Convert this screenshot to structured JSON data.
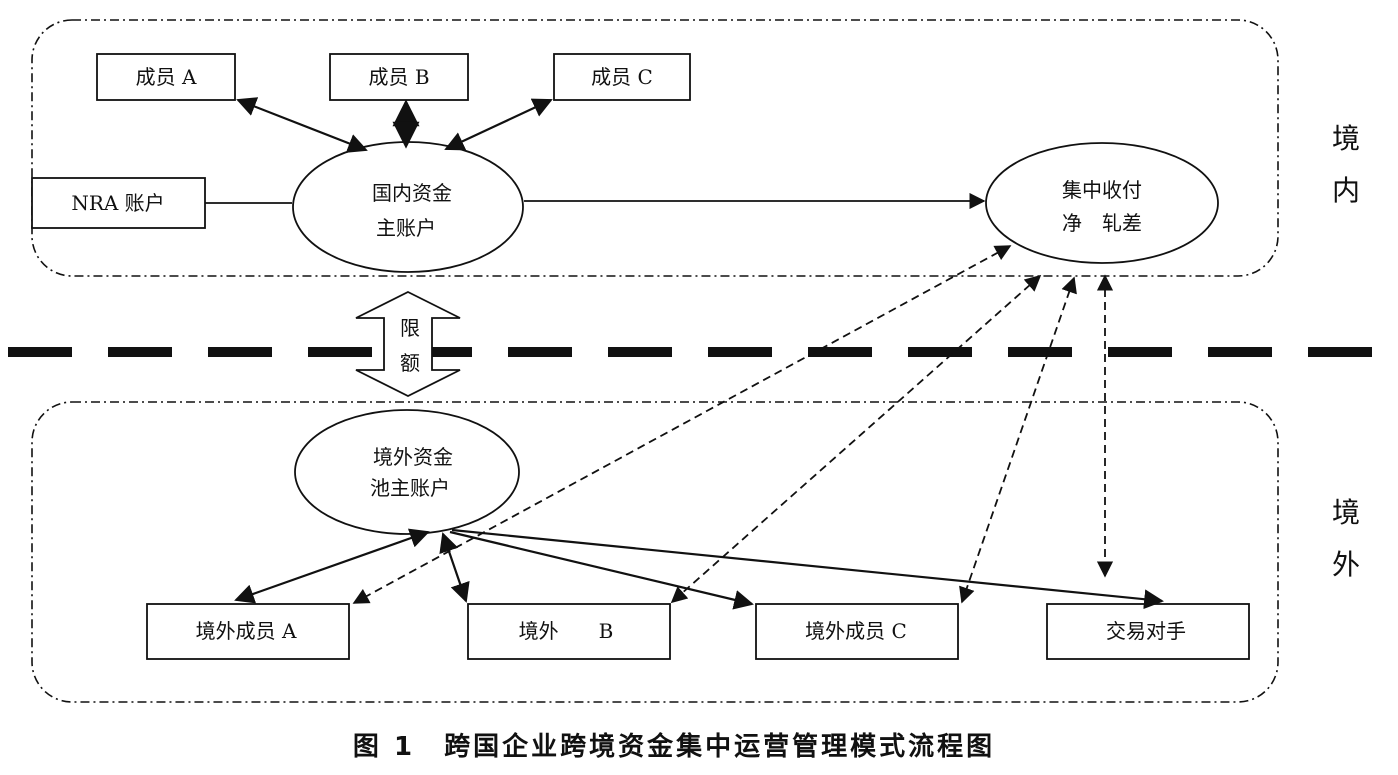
{
  "regions": {
    "domestic_label_line1": "境",
    "domestic_label_line2": "内",
    "overseas_label_line1": "境",
    "overseas_label_line2": "外"
  },
  "domestic": {
    "member_a": "成员 A",
    "member_b": "成员 B",
    "member_c": "成员 C",
    "nra_account": "NRA 账户",
    "main_account_line1": "国内资金",
    "main_account_line2": "主账户",
    "netting_line1": "集中收付",
    "netting_line2": "净　轧差"
  },
  "quota": {
    "line1": "限",
    "line2": "额"
  },
  "overseas": {
    "pool_line1": "境外资金",
    "pool_line2": "池主账户",
    "member_a": "境外成员 A",
    "member_b": "境外　　B",
    "member_c": "境外成员 C",
    "counterparty": "交易对手"
  },
  "caption": "图 1　跨国企业跨境资金集中运营管理模式流程图"
}
